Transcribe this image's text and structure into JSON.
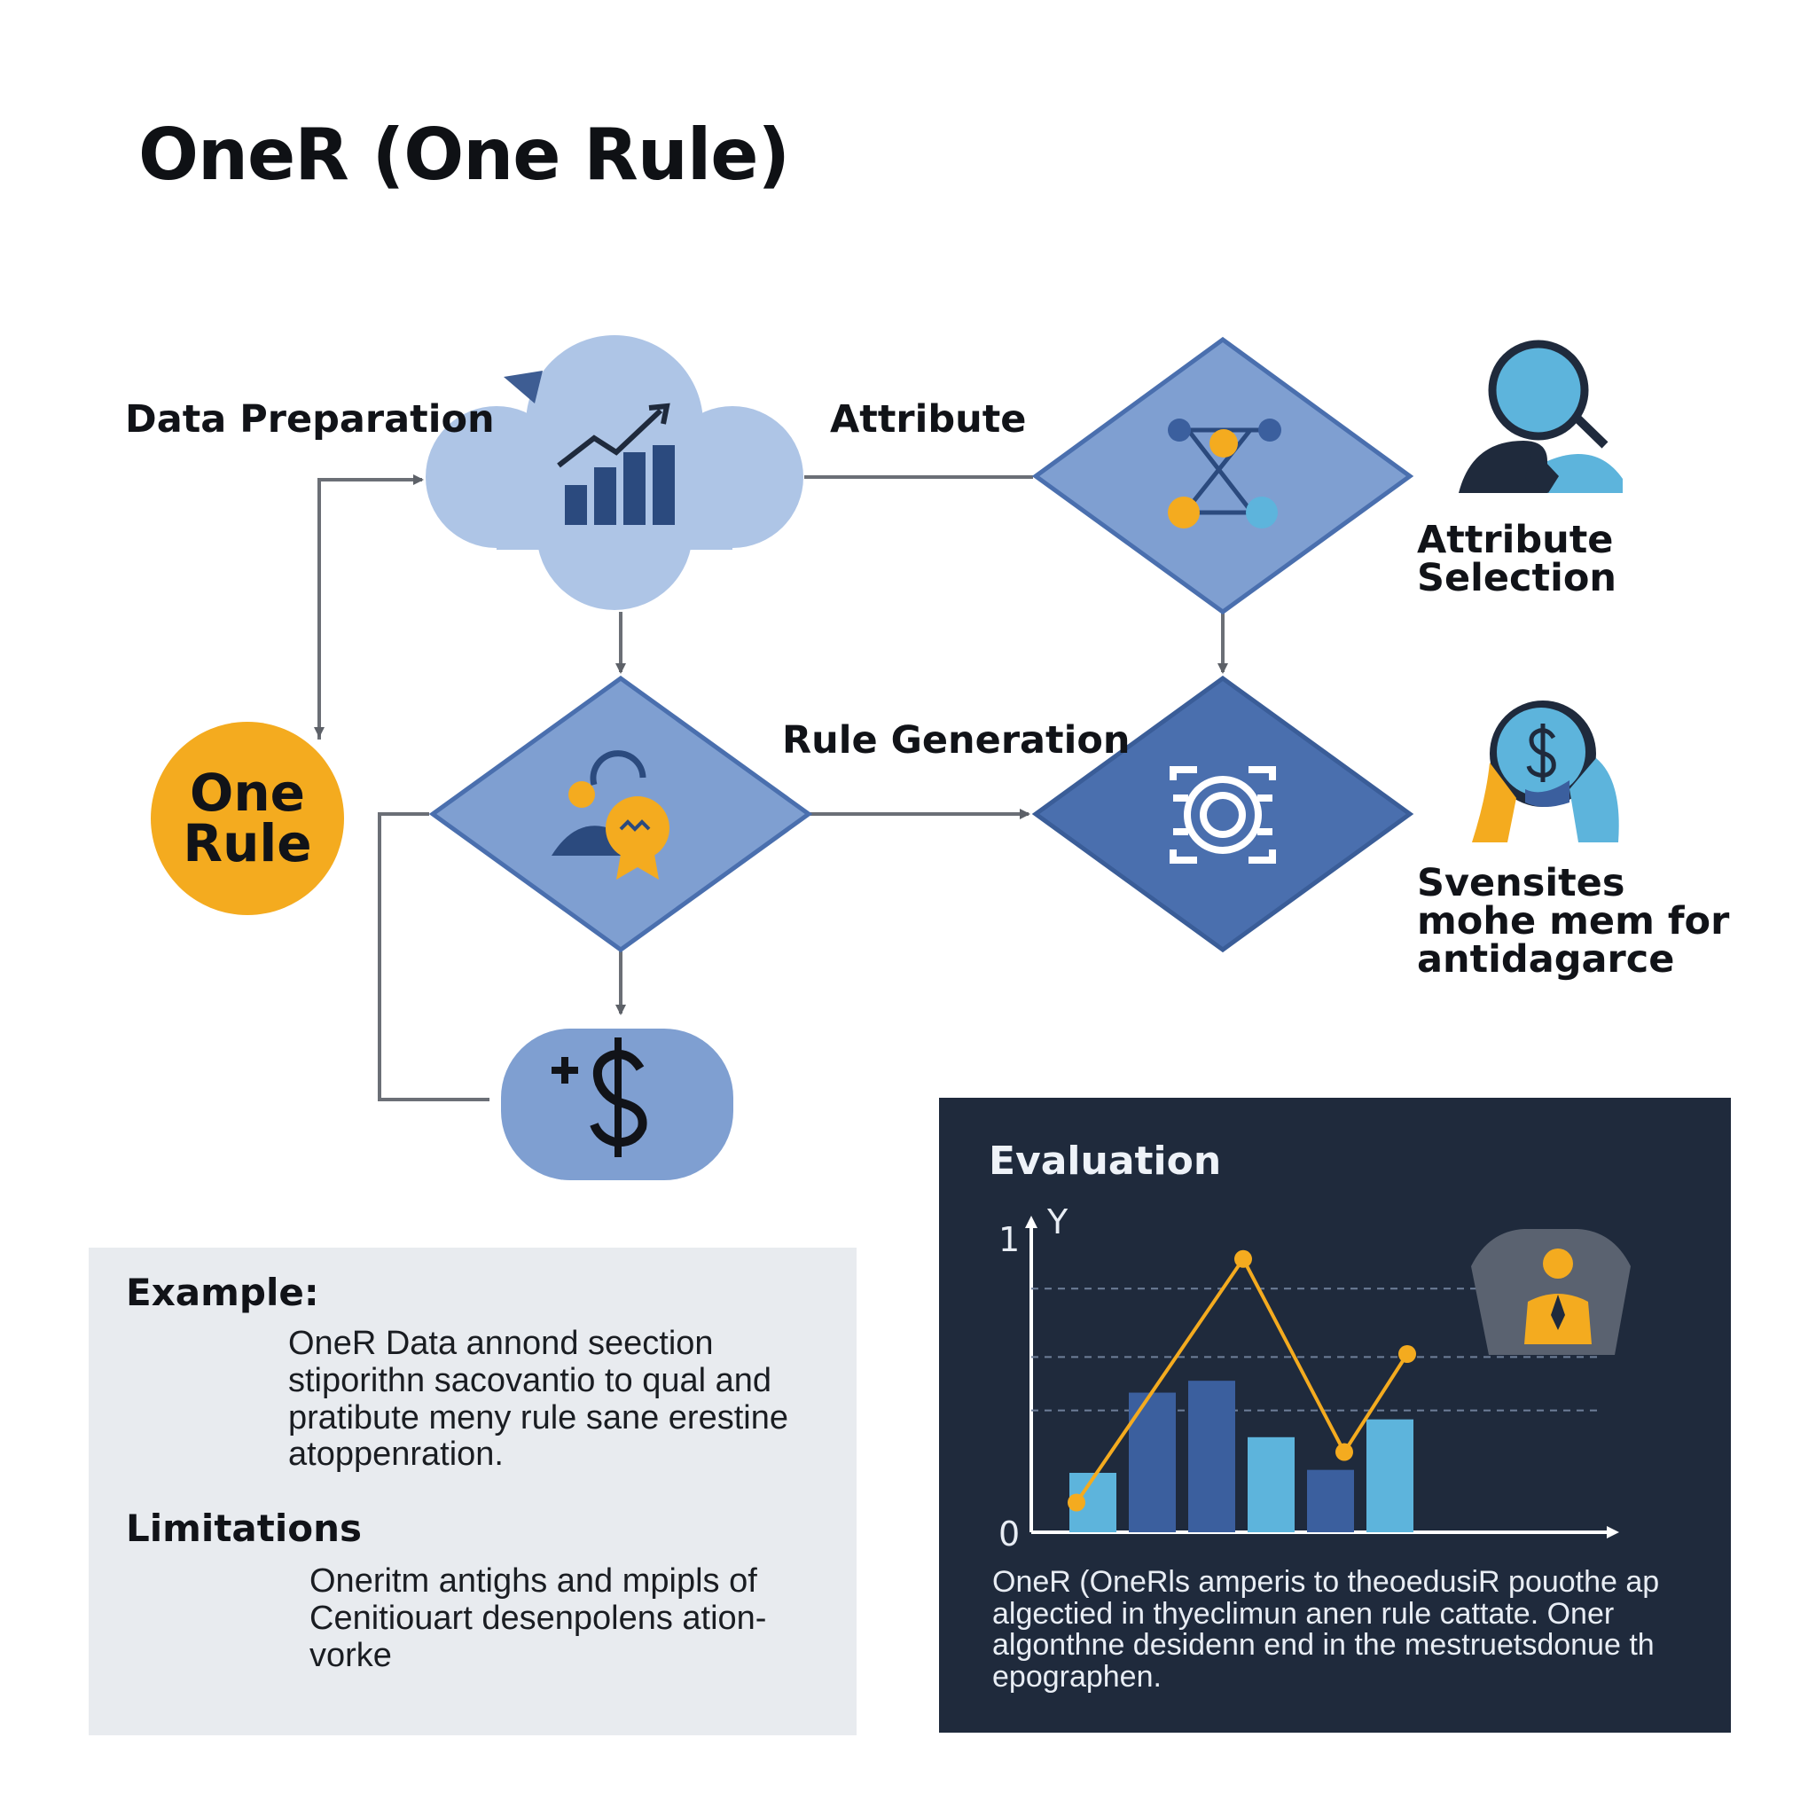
{
  "title": "OneR (One Rule)",
  "labels": {
    "data_preparation": "Data Preparation",
    "attribute": "Attribute",
    "attribute_selection": "Attribute\nSelection",
    "rule_generation": "Rule Generation",
    "one_rule": "One\nRule",
    "side_caption": "Svensites\nmohe mem for\nantidagarce"
  },
  "example": {
    "heading": "Example:",
    "text": "OneR Data annond seection stiporithn sacovantio to qual and pratibute meny rule sane erestine atoppenration."
  },
  "limitations": {
    "heading": "Limitations",
    "text": "Oneritm antighs and mpipls of Cenitiouart desenpolens ation-vorke"
  },
  "evaluation": {
    "heading": "Evaluation",
    "text": "OneR (OneRls amperis to theoedusiR pouothe ap algectied in thyeclimun anen rule cattate. Oner algonthne desidenn end in the mestruetsdonue th epographen.",
    "y_label": "Y",
    "y_tick_top": "1",
    "y_tick_bottom": "0"
  },
  "colors": {
    "cloud": "#aec5e6",
    "diamond_light": "#7f9fd1",
    "diamond_dark": "#4a6fae",
    "orange": "#f4ab1f",
    "navy": "#2b4a7e",
    "panel_dark": "#1f2a3c",
    "panel_light": "#e8ebef",
    "bar_dark": "#3b5f9e",
    "bar_light": "#5db4dc"
  },
  "icons": [
    "trending-bars-icon",
    "network-icon",
    "user-search-icon",
    "user-badge-icon",
    "gear-frame-icon",
    "money-hands-icon",
    "plus-dollar-icon",
    "camera-user-icon",
    "touch-profile-icon",
    "user-tie-icon"
  ],
  "chart_data": {
    "type": "bar",
    "y_label": "Y",
    "ylim": [
      0,
      1
    ],
    "grid": true,
    "bars": [
      {
        "value": 0.2,
        "color": "light"
      },
      {
        "value": 0.47,
        "color": "dark"
      },
      {
        "value": 0.51,
        "color": "dark"
      },
      {
        "value": 0.32,
        "color": "light"
      },
      {
        "value": 0.21,
        "color": "dark"
      },
      {
        "value": 0.38,
        "color": "light"
      }
    ],
    "line": [
      0.1,
      0.92,
      0.27,
      0.6
    ]
  }
}
